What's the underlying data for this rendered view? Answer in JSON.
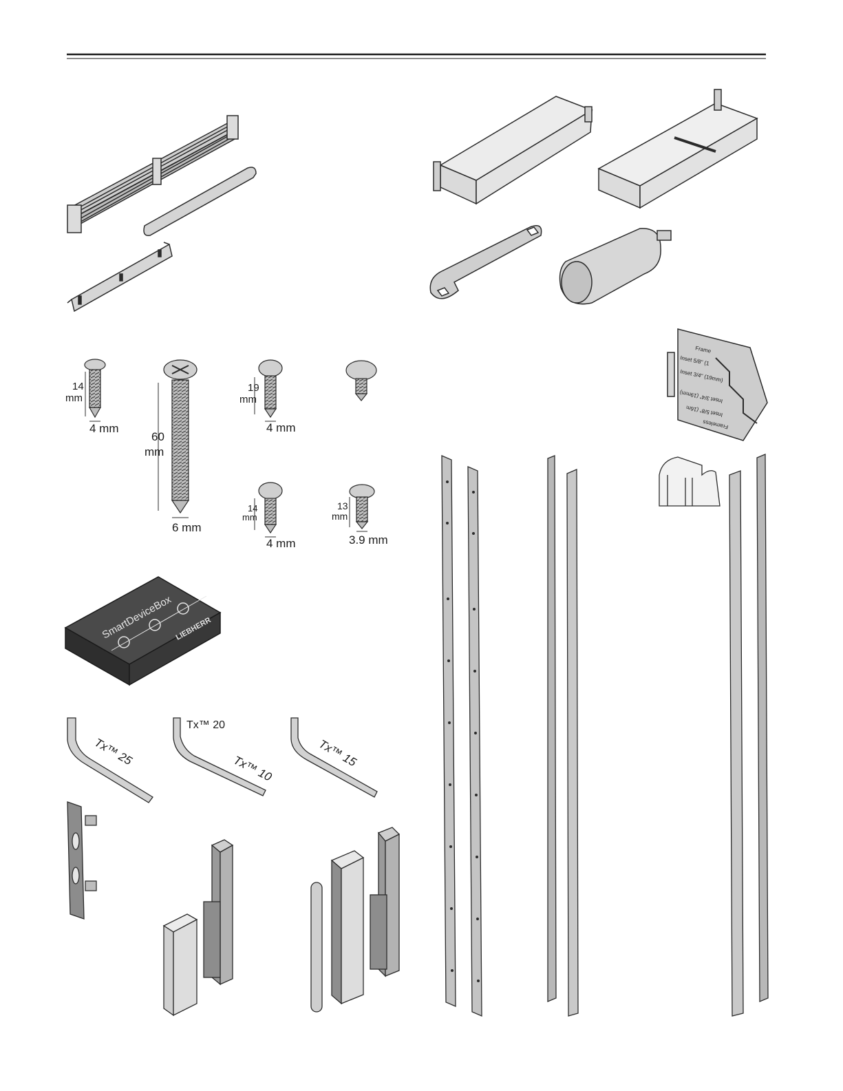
{
  "screws": {
    "s1": {
      "length": "14",
      "length_unit": "mm",
      "diameter": "4 mm"
    },
    "s2": {
      "length": "60",
      "length_unit": "mm",
      "diameter": "6 mm"
    },
    "s3": {
      "length": "19",
      "length_unit": "mm",
      "diameter": "4 mm"
    },
    "s4": {
      "length": "14",
      "length_unit": "mm",
      "diameter": "4 mm"
    },
    "s5": {
      "length": "13",
      "length_unit": "mm",
      "diameter": "3.9 mm"
    }
  },
  "box": {
    "title": "SmartDeviceBox",
    "brand": "LIEBHERR"
  },
  "keys": {
    "k1": "Tx™ 25",
    "k2_top": "Tx™ 20",
    "k2": "Tx™ 10",
    "k3": "Tx™ 15"
  },
  "template": {
    "lines": [
      "Frame",
      "Inset 5/8\" (1",
      "Inset 3/4\" (19mm)",
      "Inset 3/4\" (19mm)",
      "Inset 5/8\" (16m",
      "Frameless"
    ]
  },
  "colors": {
    "metal": "#c9c9c9",
    "plastic": "#e2e2e2",
    "dark": "#3d3d3d",
    "outline": "#2b2b2b"
  }
}
